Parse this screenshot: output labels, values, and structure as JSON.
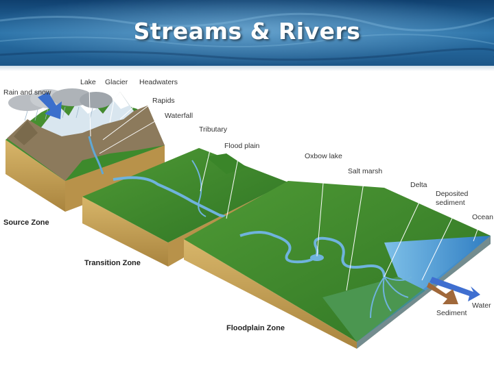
{
  "slide": {
    "title": "Streams & Rivers"
  },
  "diagram": {
    "labels": {
      "rain_and_snow": "Rain and snow",
      "lake": "Lake",
      "glacier": "Glacier",
      "headwaters": "Headwaters",
      "rapids": "Rapids",
      "waterfall": "Waterfall",
      "tributary": "Tributary",
      "flood_plain": "Flood plain",
      "oxbow_lake": "Oxbow lake",
      "salt_marsh": "Salt marsh",
      "delta": "Delta",
      "deposited_sediment_1": "Deposited",
      "deposited_sediment_2": "sediment",
      "ocean": "Ocean",
      "water": "Water",
      "sediment": "Sediment"
    },
    "zones": {
      "source": "Source Zone",
      "transition": "Transition Zone",
      "floodplain": "Floodplain Zone"
    },
    "colors": {
      "header_blue": "#1f5f93",
      "grass_green": "#3f8a2a",
      "soil_tan": "#c9a55a",
      "river_blue": "#5fa8d6",
      "ocean_blue": "#3b86c8",
      "water_arrow": "#3f6fd0",
      "sediment_arrow": "#a0683a"
    }
  }
}
